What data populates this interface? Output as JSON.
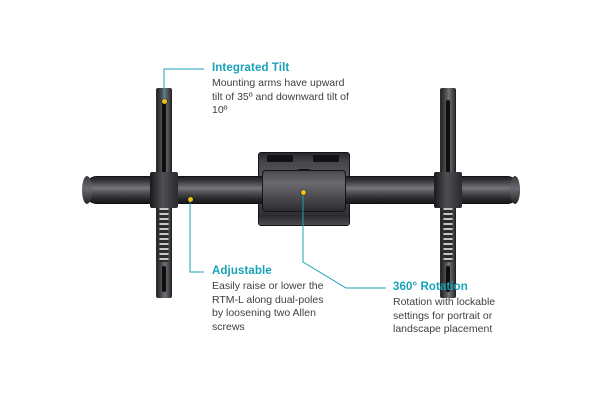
{
  "diagram": {
    "product_name": "RTM-L",
    "background_color": "#ffffff",
    "accent_color": "#17a2b8",
    "marker_color": "#e8c119",
    "callouts": [
      {
        "id": "integrated-tilt",
        "title": "Integrated Tilt",
        "body": "Mounting arms have upward tilt of 35º and downward tilt of 10º"
      },
      {
        "id": "adjustable",
        "title": "Adjustable",
        "body": "Easily raise or lower the RTM-L along dual-poles by loosening two Allen screws"
      },
      {
        "id": "rotation",
        "title": "360° Rotation",
        "body": "Rotation with lockable settings for portrait or landscape placement"
      }
    ]
  }
}
